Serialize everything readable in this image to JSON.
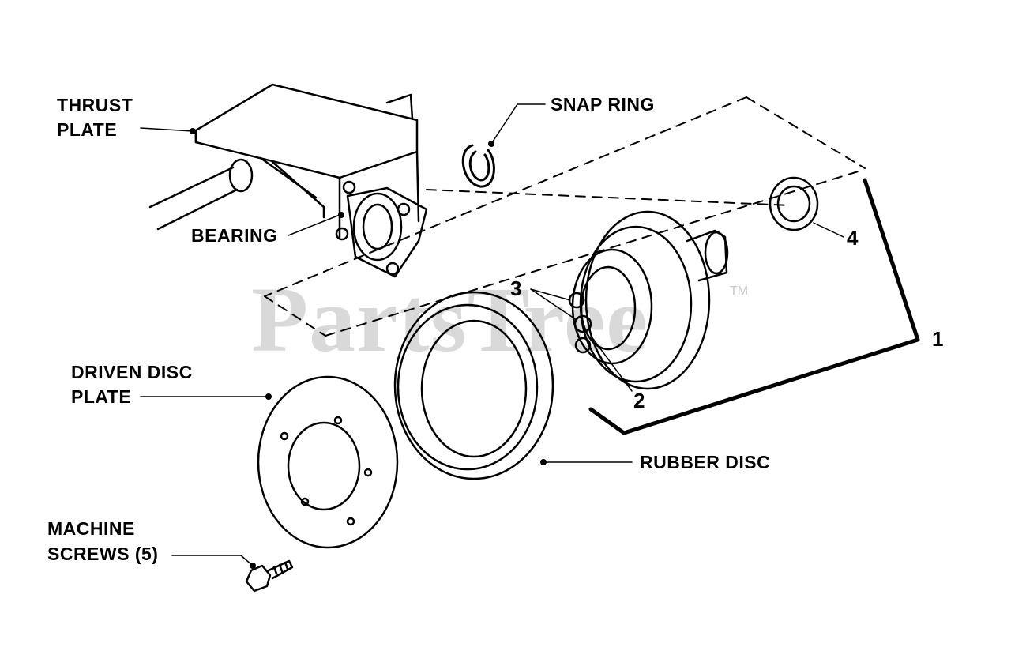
{
  "watermark": {
    "text": "PartsTree",
    "tm": "TM"
  },
  "labels": {
    "thrust_plate_line1": "THRUST",
    "thrust_plate_line2": "PLATE",
    "snap_ring": "SNAP RING",
    "bearing": "BEARING",
    "driven_disc_line1": "DRIVEN DISC",
    "driven_disc_line2": "PLATE",
    "machine_screws_line1": "MACHINE",
    "machine_screws_line2": "SCREWS (5)",
    "rubber_disc": "RUBBER DISC",
    "callout_1": "1",
    "callout_2": "2",
    "callout_3": "3",
    "callout_4": "4"
  }
}
